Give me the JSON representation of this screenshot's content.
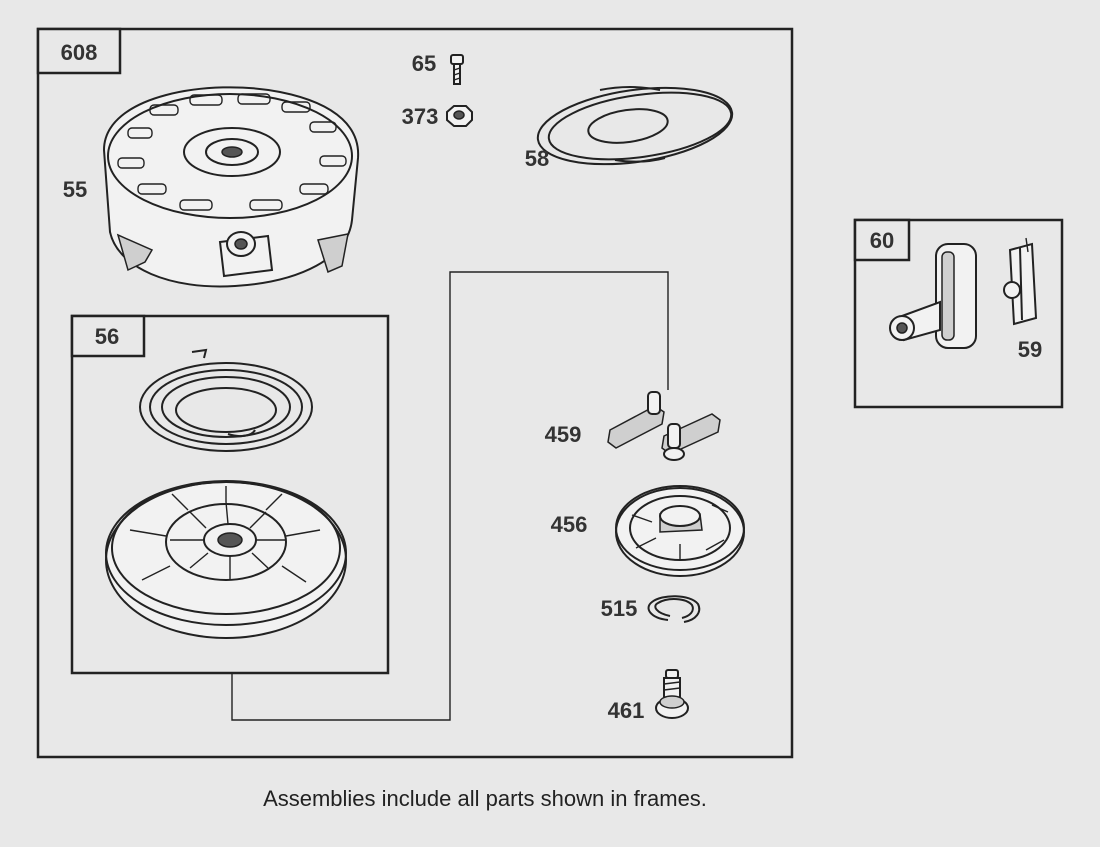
{
  "frames": {
    "assembly_608": "608",
    "assembly_56": "56",
    "assembly_60": "60"
  },
  "parts": {
    "p65": "65",
    "p373": "373",
    "p58": "58",
    "p55": "55",
    "p459": "459",
    "p456": "456",
    "p515": "515",
    "p461": "461",
    "p59": "59"
  },
  "caption": "Assemblies include all parts shown in frames.",
  "colors": {
    "background": "#e8e8e8",
    "line": "#222222",
    "label": "#333333"
  }
}
